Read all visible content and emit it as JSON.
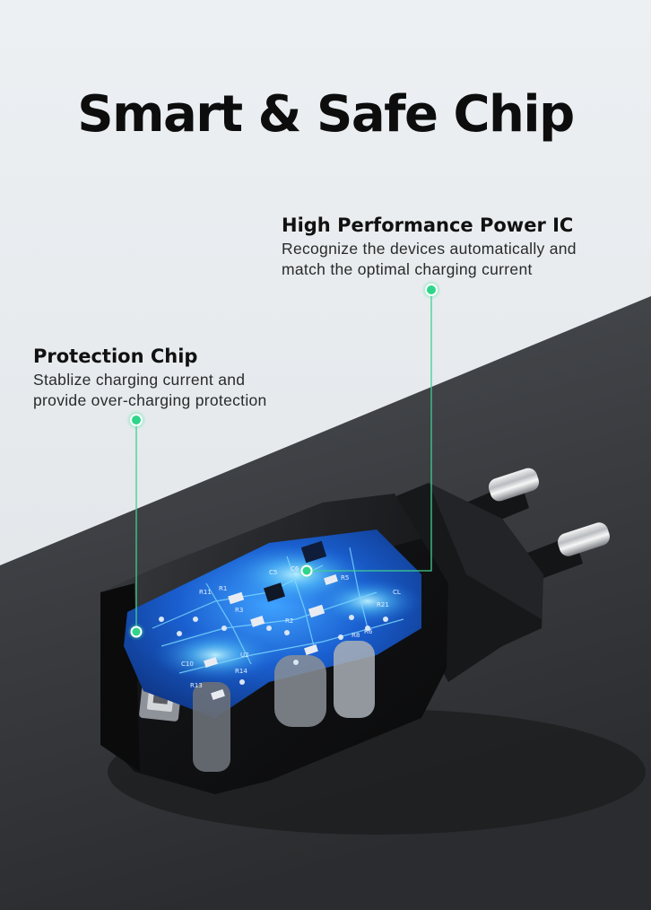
{
  "headline": "Smart & Safe Chip",
  "callouts": {
    "power_ic": {
      "title": "High Performance Power IC",
      "line1": "Recognize the devices automatically and",
      "line2": "match the optimal charging current"
    },
    "protection": {
      "title": "Protection Chip",
      "line1": "Stablize charging current and",
      "line2": "provide over-charging protection"
    }
  },
  "pcb_labels": {
    "c5": "C5",
    "c6": "C6",
    "r11": "R11",
    "r1": "R1",
    "r3": "R3",
    "r2": "R2",
    "u2": "U2",
    "r14": "R14",
    "r13": "R13",
    "c10": "C10",
    "r8": "R8",
    "r6": "R6",
    "r5": "R5",
    "r21": "R21",
    "cl": "CL"
  },
  "colors": {
    "accent_marker": "#2fd58a",
    "callout_line": "#3fcf8e",
    "pcb_blue": "#1f6bd6",
    "pcb_glow": "#6fd8ff",
    "charger_body": "#151618",
    "table_dark": "#3a3c3f"
  }
}
